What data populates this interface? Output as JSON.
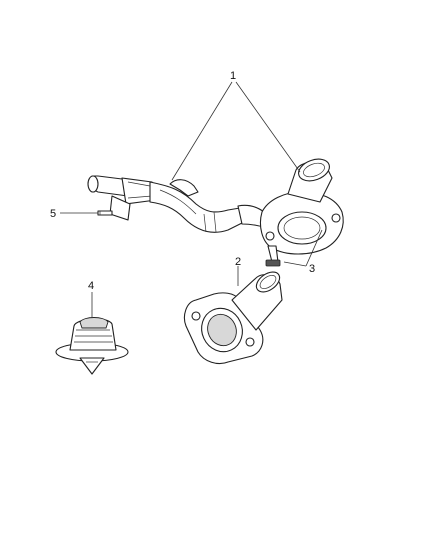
{
  "callouts": {
    "c1": "1",
    "c2": "2",
    "c3": "3",
    "c4": "4",
    "c5": "5"
  },
  "parts": {
    "p1": "coolant-pipe-assembly",
    "p2": "thermostat-housing",
    "p3": "bolt",
    "p4": "thermostat",
    "p5": "bracket-stud"
  }
}
